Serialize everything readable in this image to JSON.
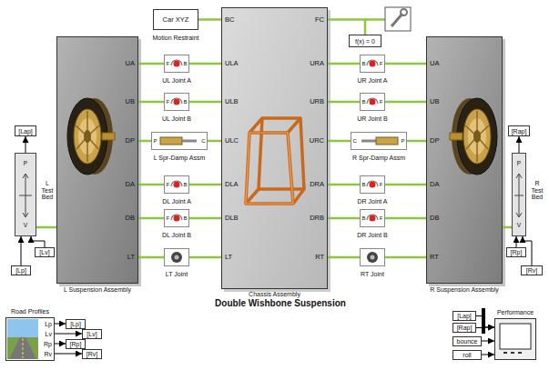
{
  "diagram": {
    "title": "Double Wishbone Suspension",
    "nodes": [
      {
        "text": [
          "UA",
          "UB",
          "DP",
          "DA",
          "DB",
          "LT",
          "L Suspension Assembly"
        ]
      },
      {
        "text": [
          "BC",
          "FC",
          "ULA",
          "URA",
          "ULB",
          "URB",
          "ULC",
          "URC",
          "DLA",
          "DRA",
          "DLB",
          "DRB",
          "LT",
          "RT",
          "Chassis Assembly"
        ]
      },
      {
        "text": [
          "UA",
          "UB",
          "DP",
          "DA",
          "DB",
          "RT",
          "R Suspension Assembly"
        ]
      },
      {
        "text": [
          "Car XYZ",
          "Motion Restraint"
        ]
      },
      {
        "text": [
          "f(x) = 0"
        ]
      },
      {
        "text": [
          "F",
          "B",
          "UL Joint A"
        ]
      },
      {
        "text": [
          "F",
          "B",
          "UL Joint B"
        ]
      },
      {
        "text": [
          "P",
          "C",
          "L Spr-Damp Assm"
        ]
      },
      {
        "text": [
          "F",
          "B",
          "DL Joint A"
        ]
      },
      {
        "text": [
          "F",
          "B",
          "DL Joint B"
        ]
      },
      {
        "text": [
          "LT Joint"
        ]
      },
      {
        "text": [
          "B",
          "F",
          "UR Joint A"
        ]
      },
      {
        "text": [
          "B",
          "F",
          "UR Joint B"
        ]
      },
      {
        "text": [
          "C",
          "P",
          "R Spr-Damp Assm"
        ]
      },
      {
        "text": [
          "B",
          "F",
          "DR Joint A"
        ]
      },
      {
        "text": [
          "B",
          "F",
          "DR Joint B"
        ]
      },
      {
        "text": [
          "RT Joint"
        ]
      },
      {
        "text": [
          "P",
          "V",
          "L Test Bed"
        ]
      },
      {
        "text": [
          "P",
          "V",
          "R Test Bed"
        ]
      },
      {
        "text": [
          "Lp",
          "Lv",
          "Rp",
          "Rv",
          "Road Profiles"
        ]
      },
      {
        "text": [
          "Performance"
        ]
      },
      {
        "text": [
          "[Lap]"
        ]
      },
      {
        "text": [
          "[Lv]"
        ]
      },
      {
        "text": [
          "[Lp]"
        ]
      },
      {
        "text": [
          "[Rap]"
        ]
      },
      {
        "text": [
          "[Rp]"
        ]
      },
      {
        "text": [
          "[Rv]"
        ]
      },
      {
        "text": [
          "[Lp]"
        ]
      },
      {
        "text": [
          "[Lv]"
        ]
      },
      {
        "text": [
          "[Rp]"
        ]
      },
      {
        "text": [
          "[Rv]"
        ]
      },
      {
        "text": [
          "[Lap]"
        ]
      },
      {
        "text": [
          "[Rap]"
        ]
      },
      {
        "text": [
          "bounce"
        ]
      },
      {
        "text": [
          "roll"
        ]
      }
    ],
    "edges": [
      {
        "from": 3,
        "to": 1,
        "arrow": "none"
      },
      {
        "from": 1,
        "to": 4,
        "arrow": "none"
      },
      {
        "from": 0,
        "to": 5,
        "arrow": "none"
      },
      {
        "from": 5,
        "to": 1,
        "arrow": "none"
      },
      {
        "from": 0,
        "to": 6,
        "arrow": "none"
      },
      {
        "from": 6,
        "to": 1,
        "arrow": "none"
      },
      {
        "from": 0,
        "to": 7,
        "arrow": "none"
      },
      {
        "from": 7,
        "to": 1,
        "arrow": "none"
      },
      {
        "from": 0,
        "to": 8,
        "arrow": "none"
      },
      {
        "from": 8,
        "to": 1,
        "arrow": "none"
      },
      {
        "from": 0,
        "to": 9,
        "arrow": "none"
      },
      {
        "from": 9,
        "to": 1,
        "arrow": "none"
      },
      {
        "from": 0,
        "to": 10,
        "arrow": "none"
      },
      {
        "from": 10,
        "to": 1,
        "arrow": "none"
      },
      {
        "from": 1,
        "to": 11,
        "arrow": "none"
      },
      {
        "from": 11,
        "to": 2,
        "arrow": "none"
      },
      {
        "from": 1,
        "to": 12,
        "arrow": "none"
      },
      {
        "from": 12,
        "to": 2,
        "arrow": "none"
      },
      {
        "from": 1,
        "to": 13,
        "arrow": "none"
      },
      {
        "from": 13,
        "to": 2,
        "arrow": "none"
      },
      {
        "from": 1,
        "to": 14,
        "arrow": "none"
      },
      {
        "from": 14,
        "to": 2,
        "arrow": "none"
      },
      {
        "from": 1,
        "to": 15,
        "arrow": "none"
      },
      {
        "from": 15,
        "to": 2,
        "arrow": "none"
      },
      {
        "from": 1,
        "to": 16,
        "arrow": "none"
      },
      {
        "from": 16,
        "to": 2,
        "arrow": "none"
      },
      {
        "from": 17,
        "to": 0,
        "arrow": "none"
      },
      {
        "from": 17,
        "to": 21,
        "arrow": "to"
      },
      {
        "from": 22,
        "to": 17,
        "arrow": "to"
      },
      {
        "from": 23,
        "to": 17,
        "arrow": "to"
      },
      {
        "from": 2,
        "to": 18,
        "arrow": "none"
      },
      {
        "from": 18,
        "to": 24,
        "arrow": "to"
      },
      {
        "from": 25,
        "to": 18,
        "arrow": "to"
      },
      {
        "from": 26,
        "to": 18,
        "arrow": "to"
      },
      {
        "from": 19,
        "to": 27,
        "arrow": "to"
      },
      {
        "from": 19,
        "to": 28,
        "arrow": "to"
      },
      {
        "from": 19,
        "to": 29,
        "arrow": "to"
      },
      {
        "from": 19,
        "to": 30,
        "arrow": "to"
      },
      {
        "from": 31,
        "to": 20,
        "arrow": "to"
      },
      {
        "from": 32,
        "to": 20,
        "arrow": "to"
      },
      {
        "from": 33,
        "to": 20,
        "arrow": "to"
      },
      {
        "from": 34,
        "to": 20,
        "arrow": "to"
      }
    ]
  }
}
